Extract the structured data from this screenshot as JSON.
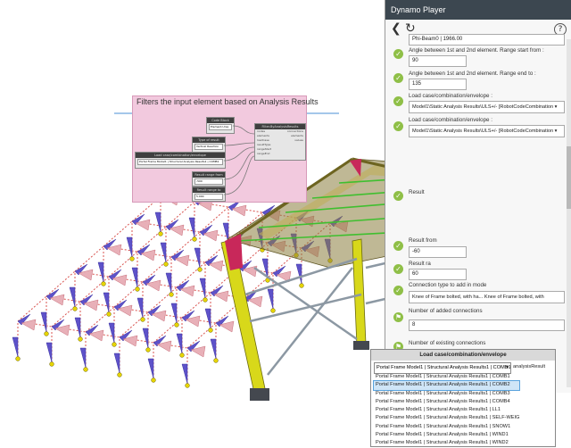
{
  "graph": {
    "group_title": "Filters the input element based on Analysis Results",
    "main_node": {
      "title": "Filter.ByAnalysisResults",
      "inputs": [
        "nodes",
        "elements",
        "loadCase",
        "resultType",
        "rangeStart",
        "rangeEnd"
      ],
      "outputs": [
        "connections",
        "elements",
        "values"
      ]
    },
    "code_block": {
      "title": "Code Block",
      "value": "Element.Uniq"
    },
    "type_result": {
      "title": "Type of result",
      "value": "Vertical Reaction"
    },
    "load_case": {
      "title": "Load case/combination/envelope",
      "value": "Portal Frame Model1 | Structural Analysis Results1 | COMB1"
    },
    "range_from": {
      "title": "Result range from",
      "value": "-500"
    },
    "range_to": {
      "title": "Result range to",
      "value": "5.000"
    }
  },
  "player": {
    "title": "Dynamo Player",
    "help_label": "?",
    "top_field": "Phi-Beam0 | 1966.00",
    "fields": [
      {
        "label": "Angle between 1st and 2nd element. Range start from :",
        "value": "90"
      },
      {
        "label": "Angle between 1st and 2nd element. Range end to :",
        "value": "135"
      },
      {
        "label": "Load case/combination/envelope :",
        "value": "Model1\\Static Analysis Results\\ULS+/- [RobotCodeCombination ▾"
      },
      {
        "label": "Load case/combination/envelope :",
        "value": "Model1\\Static Analysis Results\\ULS+/- [RobotCodeCombination ▾"
      },
      {
        "label": "Result",
        "value": ""
      },
      {
        "label": "Result from",
        "value": "-60"
      },
      {
        "label": "Result ra",
        "value": "60"
      },
      {
        "label": "Connection type to add in mode",
        "value": "Knee of Frame bolted, with ha... Knee of Frame bolted, with"
      },
      {
        "label": "Number of added connections",
        "value": "8"
      },
      {
        "label": "Number of existing connections",
        "value": ""
      }
    ]
  },
  "popup": {
    "title": "Load case/combination/envelope",
    "selected": "Portal Frame Model1 | Structural Analysis Results1 | COMB1",
    "output": "analysisResult",
    "options": [
      "Portal Frame Model1 | Structural Analysis Results1 | COMB1",
      "Portal Frame Model1 | Structural Analysis Results1 | COMB2",
      "Portal Frame Model1 | Structural Analysis Results1 | COMB3",
      "Portal Frame Model1 | Structural Analysis Results1 | COMB4",
      "Portal Frame Model1 | Structural Analysis Results1 | LL1",
      "Portal Frame Model1 | Structural Analysis Results1 | SELF-WEIGHT",
      "Portal Frame Model1 | Structural Analysis Results1 | SNOW1",
      "Portal Frame Model1 | Structural Analysis Results1 | WIND1",
      "Portal Frame Model1 | Structural Analysis Results1 | WIND2"
    ],
    "highlighted_index": 1
  }
}
